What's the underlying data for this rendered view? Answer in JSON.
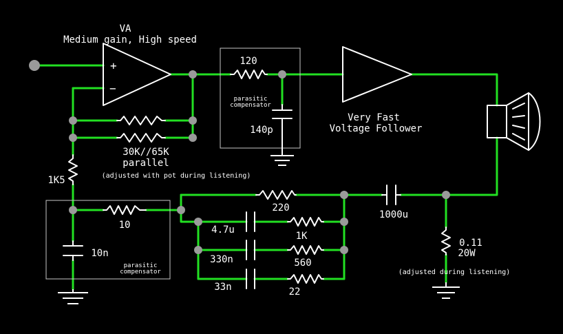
{
  "colors": {
    "background": "#000000",
    "wire": "#22e022",
    "component": "#ffffff",
    "node": "#9a9a9a",
    "box": "#c8c8c8"
  },
  "opamp": {
    "name": "VA",
    "description": "Medium gain, High speed",
    "plus": "+",
    "minus": "−"
  },
  "feedback": {
    "resistors_label": "30K//65K",
    "parallel_label": "parallel",
    "note": "(adjusted with pot during listening)"
  },
  "input_compensator": {
    "r_label": "120",
    "c_label": "140p",
    "box_label_1": "parasitic",
    "box_label_2": "compensator"
  },
  "follower": {
    "label_1": "Very Fast",
    "label_2": "Voltage Follower"
  },
  "gain_resistor": "1K5",
  "feedback_compensator": {
    "r_label": "10",
    "c_label": "10n",
    "box_label_1": "parasitic",
    "box_label_2": "compensator"
  },
  "main_resistor": "220",
  "output_cap": "1000u",
  "rc_branches": [
    {
      "cap": "4.7u",
      "res": "1K"
    },
    {
      "cap": "330n",
      "res": "560"
    },
    {
      "cap": "33n",
      "res": "22"
    }
  ],
  "sense_resistor": {
    "value": "0.11",
    "power": "20W",
    "note": "(adjusted during listening)"
  }
}
